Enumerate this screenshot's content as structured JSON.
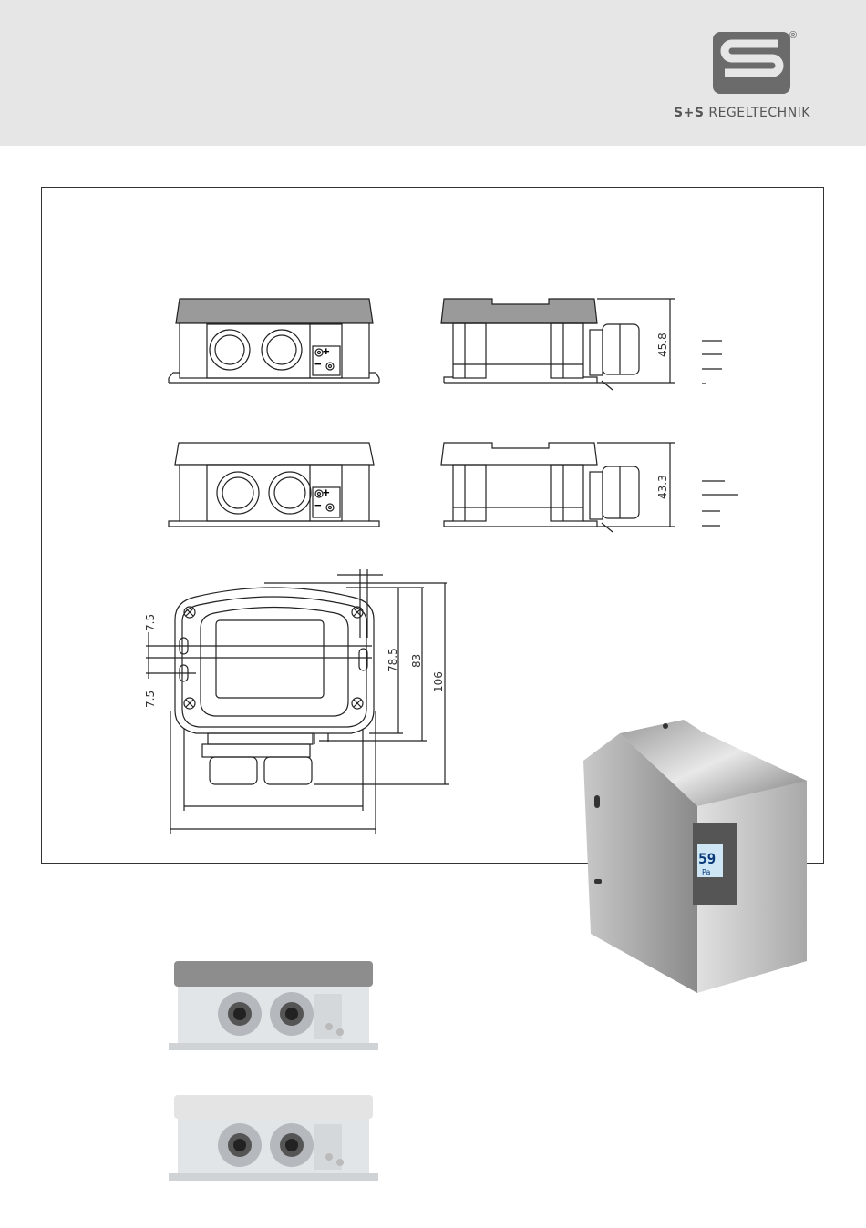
{
  "header": {
    "brand_prefix": "S+S",
    "brand_suffix": "REGELTECHNIK",
    "registered_mark": "®",
    "logo_icon": "s-logo-icon"
  },
  "drawings": {
    "front_view_1": {
      "plus": "+",
      "minus": "−"
    },
    "front_view_2": {
      "plus": "+",
      "minus": "−"
    },
    "side_view_1": {
      "height_label": "45.8"
    },
    "side_view_2": {
      "height_label": "43.3"
    },
    "top_view": {
      "dim_7_5_upper": "7.5",
      "dim_7_5_lower": "7.5",
      "dim_78_5": "78.5",
      "dim_83": "83",
      "dim_106": "106"
    }
  },
  "photos": {
    "weather_shield_display": "59",
    "weather_shield_unit": "Pa"
  }
}
